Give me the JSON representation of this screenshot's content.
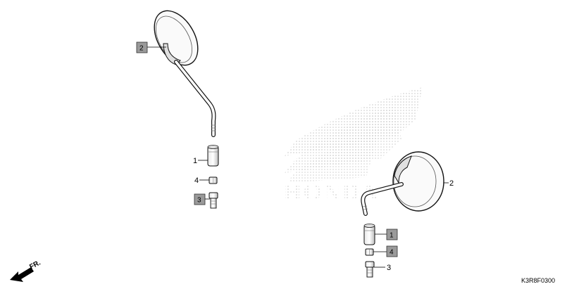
{
  "watermark": {
    "brand": "HONDA"
  },
  "direction_indicator": {
    "label": "FR."
  },
  "diagram_code": "K3R8F0300",
  "callouts": {
    "left_mirror": "2",
    "left_adapter": "1",
    "left_nut": "4",
    "left_bolt": "3",
    "right_mirror": "2",
    "right_adapter": "1",
    "right_nut": "4",
    "right_bolt": "3"
  }
}
